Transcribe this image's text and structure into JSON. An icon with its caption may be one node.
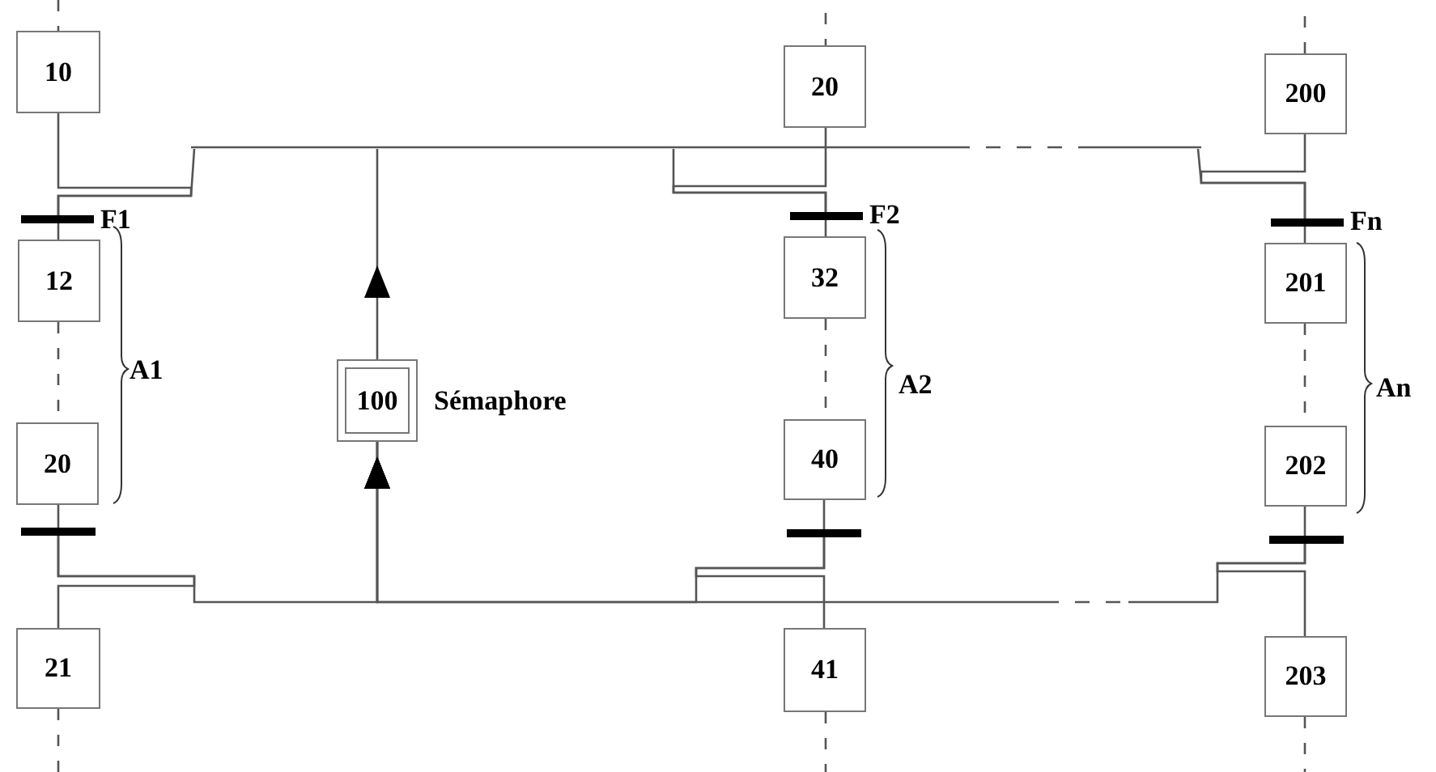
{
  "diagram": {
    "nodes": [
      {
        "text": [
          "10"
        ]
      },
      {
        "text": [
          "20"
        ]
      },
      {
        "text": [
          "200"
        ]
      },
      {
        "text": [],
        "shape": "bar",
        "beside": [
          "F1"
        ]
      },
      {
        "text": [],
        "shape": "bar",
        "beside": [
          "F2"
        ]
      },
      {
        "text": [],
        "shape": "bar",
        "beside": [
          "Fn"
        ]
      },
      {
        "text": [
          "12"
        ]
      },
      {
        "text": [
          "32"
        ]
      },
      {
        "text": [
          "201"
        ]
      },
      {
        "text": [
          "100"
        ],
        "beside": [
          "Sémaphore"
        ]
      },
      {
        "text": [
          "20"
        ]
      },
      {
        "text": [
          "40"
        ]
      },
      {
        "text": [
          "202"
        ]
      },
      {
        "text": [],
        "shape": "bar"
      },
      {
        "text": [],
        "shape": "bar"
      },
      {
        "text": [],
        "shape": "bar"
      },
      {
        "text": [
          "21"
        ]
      },
      {
        "text": [
          "41"
        ]
      },
      {
        "text": [
          "203"
        ]
      },
      {
        "text": [],
        "shape": "bar"
      }
    ],
    "edges": [
      {
        "from": null,
        "to": 0,
        "arrow": "none",
        "style": "dashed"
      },
      {
        "from": null,
        "to": 1,
        "arrow": "none",
        "style": "dashed"
      },
      {
        "from": null,
        "to": 2,
        "arrow": "none",
        "style": "dashed"
      },
      {
        "from": 0,
        "to": 3,
        "arrow": "none"
      },
      {
        "from": 9,
        "to": 19,
        "arrow": "to"
      },
      {
        "from": 1,
        "to": 4,
        "arrow": "none"
      },
      {
        "from": 19,
        "to": 3,
        "arrow": "none"
      },
      {
        "from": 2,
        "to": 5,
        "arrow": "none"
      },
      {
        "from": 19,
        "to": 4,
        "arrow": "none"
      },
      {
        "from": 3,
        "to": 6,
        "arrow": "none"
      },
      {
        "from": 4,
        "to": 7,
        "arrow": "none"
      },
      {
        "from": 5,
        "to": 8,
        "arrow": "none"
      },
      {
        "from": 6,
        "to": 10,
        "arrow": "none",
        "style": "dashed"
      },
      {
        "from": 7,
        "to": 11,
        "arrow": "none",
        "style": "dashed"
      },
      {
        "from": 8,
        "to": 12,
        "arrow": "none",
        "style": "dashed"
      },
      {
        "from": 10,
        "to": 13,
        "arrow": "none"
      },
      {
        "from": 11,
        "to": 14,
        "arrow": "none"
      },
      {
        "from": 12,
        "to": 15,
        "arrow": "none"
      },
      {
        "from": 13,
        "to": 16,
        "arrow": "none"
      },
      {
        "from": 13,
        "to": 9,
        "arrow": "to"
      },
      {
        "from": 14,
        "to": 17,
        "arrow": "none"
      },
      {
        "from": 14,
        "to": 9,
        "arrow": "to"
      },
      {
        "from": 15,
        "to": 18,
        "arrow": "none"
      },
      {
        "from": 15,
        "to": 9,
        "arrow": "to"
      },
      {
        "from": 16,
        "to": null,
        "arrow": "none",
        "style": "dashed"
      },
      {
        "from": 17,
        "to": null,
        "arrow": "none",
        "style": "dashed"
      },
      {
        "from": 18,
        "to": null,
        "arrow": "none",
        "style": "dashed"
      },
      {
        "from": 19,
        "to": 5,
        "arrow": "none"
      }
    ],
    "labels": [
      "A1",
      "A2",
      "An"
    ]
  }
}
